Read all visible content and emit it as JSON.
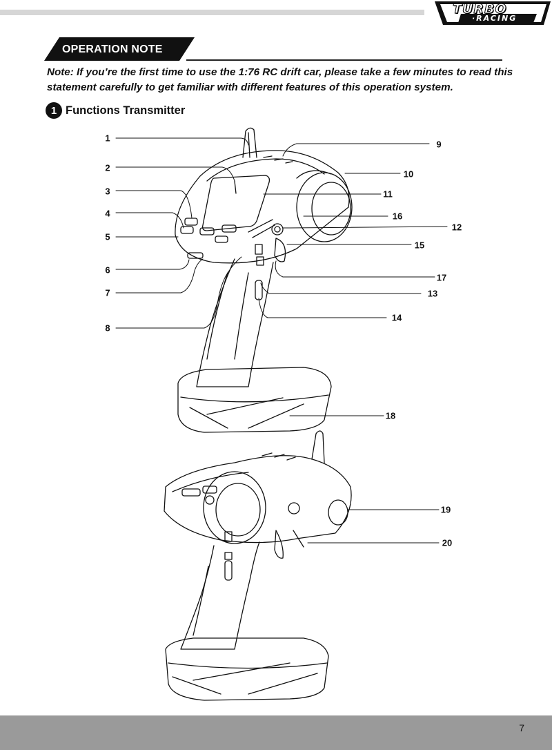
{
  "brand": {
    "logo_top": "TURBO",
    "logo_bottom": "·RACING"
  },
  "section": {
    "title": "OPERATION NOTE"
  },
  "note": "Note: If you’re the first time to use the 1:76 RC drift car, please take a few minutes to read this statement carefully to get familiar with different features of this operation system.",
  "subsection": {
    "number": "1",
    "title": "Functions Transmitter"
  },
  "callouts": [
    "1",
    "2",
    "3",
    "4",
    "5",
    "6",
    "7",
    "8",
    "9",
    "10",
    "11",
    "12",
    "13",
    "14",
    "15",
    "16",
    "17",
    "18",
    "19",
    "20"
  ],
  "colors": {
    "header_fill": "#111111",
    "top_bar": "#d6d6d6",
    "footer": "#9a9a9a"
  },
  "footer": {
    "page_number": "7"
  }
}
